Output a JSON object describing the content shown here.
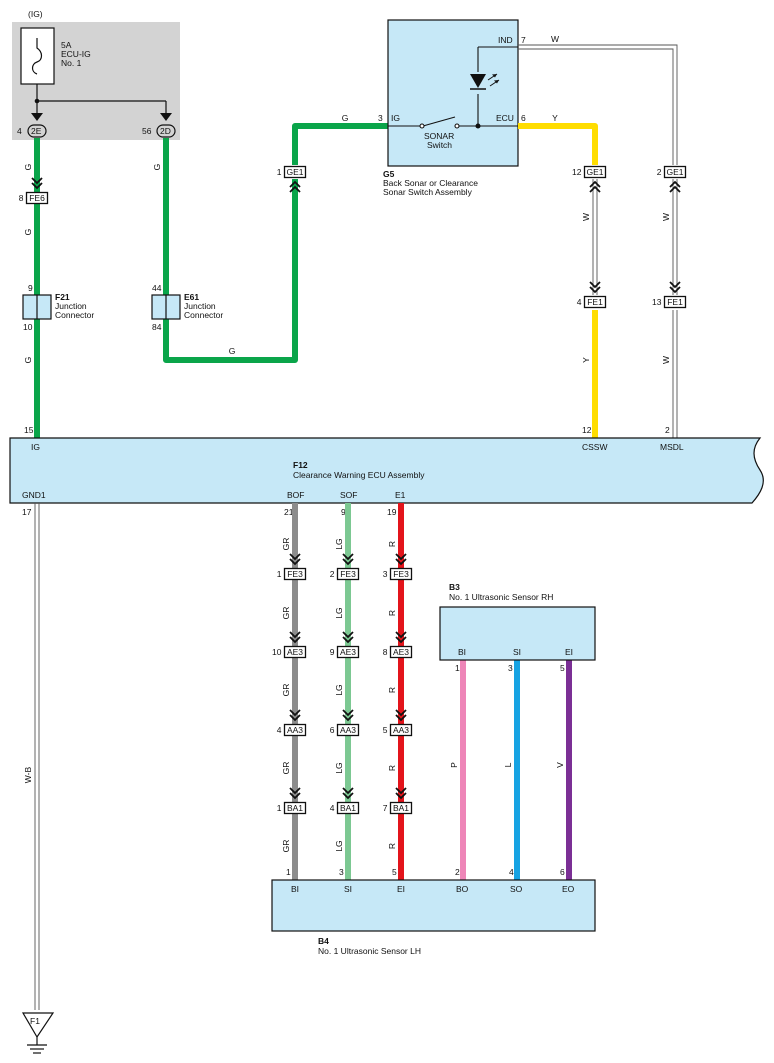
{
  "colors": {
    "wire_G": "#0aa54a",
    "wire_Y": "#ffdd00",
    "wire_GR": "#8c8c8c",
    "wire_LG": "#7cc892",
    "wire_R": "#e3141b",
    "wire_P": "#ee86b8",
    "wire_L": "#16a3e3",
    "wire_V": "#7b2f95",
    "component_fill": "#c6e8f7",
    "fuse_box_fill": "#d3d3d3"
  },
  "fuse_box": {
    "supply": "(IG)",
    "rating": "5A",
    "name": "ECU-IG",
    "number": "No. 1",
    "pins": [
      {
        "pin": "4",
        "connector": "2E"
      },
      {
        "pin": "56",
        "connector": "2D"
      }
    ]
  },
  "switch": {
    "id": "G5",
    "name_line1": "Back Sonar or Clearance",
    "name_line2": "Sonar Switch Assembly",
    "switch_label_1": "SONAR",
    "switch_label_2": "Switch",
    "terminal_ig": "IG",
    "pin_ig": "3",
    "terminal_ecu": "ECU",
    "pin_ecu": "6",
    "terminal_ind": "IND",
    "pin_ind": "7"
  },
  "junctions": [
    {
      "id": "F21",
      "line1": "Junction",
      "line2": "Connector",
      "pin_in": "9",
      "pin_out": "10"
    },
    {
      "id": "E61",
      "line1": "Junction",
      "line2": "Connector",
      "pin_in": "44",
      "pin_out": "84"
    }
  ],
  "connectors": [
    {
      "pin": "8",
      "name": "FE6"
    },
    {
      "pin": "1",
      "name": "GE1"
    },
    {
      "pin": "12",
      "name": "GE1"
    },
    {
      "pin": "2",
      "name": "GE1"
    },
    {
      "pin": "4",
      "name": "FE1"
    },
    {
      "pin": "13",
      "name": "FE1"
    },
    {
      "pin": "1",
      "name": "FE3"
    },
    {
      "pin": "2",
      "name": "FE3"
    },
    {
      "pin": "3",
      "name": "FE3"
    },
    {
      "pin": "10",
      "name": "AE3"
    },
    {
      "pin": "9",
      "name": "AE3"
    },
    {
      "pin": "8",
      "name": "AE3"
    },
    {
      "pin": "4",
      "name": "AA3"
    },
    {
      "pin": "6",
      "name": "AA3"
    },
    {
      "pin": "5",
      "name": "AA3"
    },
    {
      "pin": "1",
      "name": "BA1"
    },
    {
      "pin": "4",
      "name": "BA1"
    },
    {
      "pin": "7",
      "name": "BA1"
    }
  ],
  "wire_labels": {
    "G": "G",
    "Y": "Y",
    "W": "W",
    "GR": "GR",
    "LG": "LG",
    "R": "R",
    "P": "P",
    "L": "L",
    "V": "V",
    "WB": "W-B"
  },
  "ecu": {
    "id": "F12",
    "name": "Clearance Warning ECU Assembly",
    "terminals": [
      {
        "pin": "15",
        "name": "IG"
      },
      {
        "pin": "12",
        "name": "CSSW"
      },
      {
        "pin": "2",
        "name": "MSDL"
      },
      {
        "pin": "17",
        "name": "GND1"
      },
      {
        "pin": "21",
        "name": "BOF"
      },
      {
        "pin": "9",
        "name": "SOF"
      },
      {
        "pin": "19",
        "name": "E1"
      }
    ]
  },
  "sensor_rh": {
    "id": "B3",
    "name": "No. 1 Ultrasonic Sensor RH",
    "terminals": [
      {
        "pin": "1",
        "name": "BI"
      },
      {
        "pin": "3",
        "name": "SI"
      },
      {
        "pin": "5",
        "name": "EI"
      }
    ]
  },
  "sensor_lh": {
    "id": "B4",
    "name": "No. 1 Ultrasonic Sensor LH",
    "terminals": [
      {
        "pin": "1",
        "name": "BI"
      },
      {
        "pin": "3",
        "name": "SI"
      },
      {
        "pin": "5",
        "name": "EI"
      },
      {
        "pin": "2",
        "name": "BO"
      },
      {
        "pin": "4",
        "name": "SO"
      },
      {
        "pin": "6",
        "name": "EO"
      }
    ]
  },
  "ground": {
    "label": "F1"
  }
}
